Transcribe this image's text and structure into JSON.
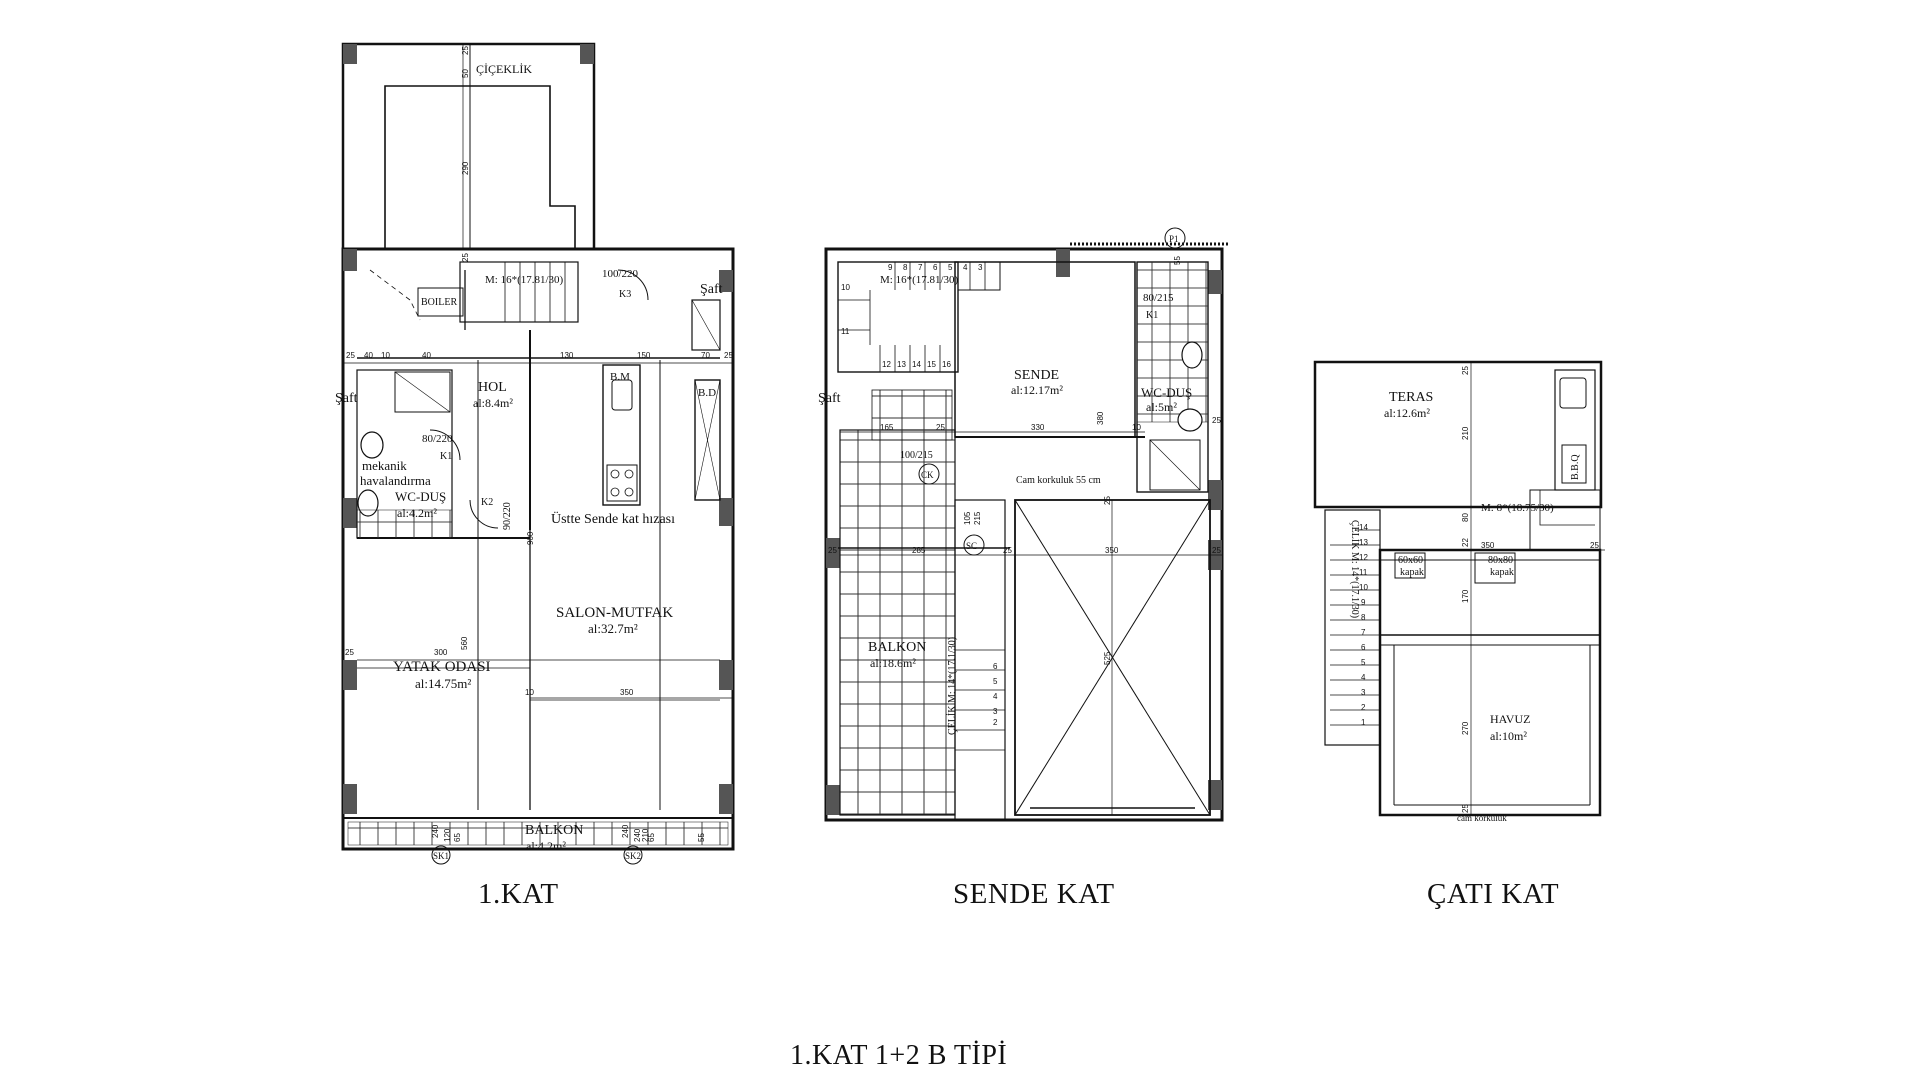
{
  "title": "1.KAT 1+2 B TİPİ",
  "plans": [
    {
      "caption": "1.KAT",
      "rooms": {
        "cicekli": "ÇİÇEKLİK",
        "boiler": "BOILER",
        "hol": "HOL",
        "hol_area": "al:8.4m²",
        "mekanik": "mekanik",
        "havalandirma": "havalandırma",
        "wc": "WC-DUŞ",
        "wc_area": "al:4.2m²",
        "yatak": "YATAK ODASI",
        "yatak_area": "al:14.75m²",
        "salon": "SALON-MUTFAK",
        "salon_area": "al:32.7m²",
        "balkon": "BALKON",
        "balkon_area": "al:4.2m²",
        "saft1": "Şaft",
        "saft2": "Şaft",
        "ustte": "Üstte Sende kat hızası",
        "bm": "B.M",
        "bd": "B.D",
        "stair": "M: 16*(17.81/30)",
        "door1": "100/220",
        "door2": "80/220",
        "door3": "90/220",
        "k3": "K3",
        "k1": "K1",
        "k2": "K2",
        "sk1": "SK1",
        "sk2": "SK2",
        "sk_dim1": "240",
        "sk_dim2": "240"
      },
      "dims": {
        "d25a": "25",
        "d50": "50",
        "d290": "290",
        "d25b": "25",
        "d130": "130",
        "d150": "150",
        "d70": "70",
        "d25c": "25",
        "d25d": "25",
        "d40": "40",
        "d10": "10",
        "d40b": "40",
        "d300": "300",
        "d350": "350",
        "d560": "560",
        "d900": "900",
        "d25e": "25",
        "d10b": "10",
        "d65a": "65",
        "d65b": "65",
        "d120": "120",
        "d55": "55",
        "d240c": "240",
        "d210": "210"
      }
    },
    {
      "caption": "SENDE KAT",
      "rooms": {
        "sende": "SENDE",
        "sende_area": "al:12.17m²",
        "wc": "WC-DUŞ",
        "wc_area": "al:5m²",
        "balkon": "BALKON",
        "balkon_area": "al:18.6m²",
        "saft": "Şaft",
        "cam": "Cam korkuluk 55 cm",
        "stair": "M: 16*(17.81/30)",
        "celik": "ÇELİK M: 14*(17.1/30)",
        "door1": "80/215",
        "door2": "100/215",
        "k1": "K1",
        "ck": "CK",
        "sc": "SC",
        "p1": "P1",
        "s_top": [
          "9",
          "8",
          "7",
          "6",
          "5",
          "4",
          "3"
        ],
        "s_left": [
          "10",
          "11"
        ],
        "s_bot": [
          "12",
          "13",
          "14",
          "15",
          "16"
        ],
        "celik_steps": [
          "2",
          "3",
          "4",
          "5",
          "6"
        ]
      },
      "dims": {
        "d165": "165",
        "d25a": "25",
        "d330": "330",
        "d380": "380",
        "d10": "10",
        "d25b": "25",
        "d25c": "25",
        "d285": "285",
        "d350": "350",
        "d105": "105",
        "d215": "215",
        "d25d": "25",
        "d25e": "25",
        "d525": "525",
        "d25f": "25",
        "d55": "55"
      }
    },
    {
      "caption": "ÇATI KAT",
      "rooms": {
        "teras": "TERAS",
        "teras_area": "al:12.6m²",
        "havuz": "HAVUZ",
        "havuz_area": "al:10m²",
        "bbq": "B.B.Q",
        "kapak1": "60x60",
        "kapak1b": "kapak",
        "kapak2": "80x80",
        "kapak2b": "kapak",
        "stair": "M: 8*(18.75/30)",
        "celik": "ÇELİK M: 14*(17.1/30)",
        "cam": "cam korkuluk",
        "steps": [
          "14",
          "13",
          "12",
          "11",
          "10",
          "9",
          "8",
          "7",
          "6",
          "5",
          "4",
          "3",
          "2",
          "1"
        ]
      },
      "dims": {
        "d25a": "25",
        "d210": "210",
        "d80": "80",
        "d22": "22",
        "d350": "350",
        "d25b": "25",
        "d170": "170",
        "d270": "270",
        "d25c": "25"
      }
    }
  ]
}
